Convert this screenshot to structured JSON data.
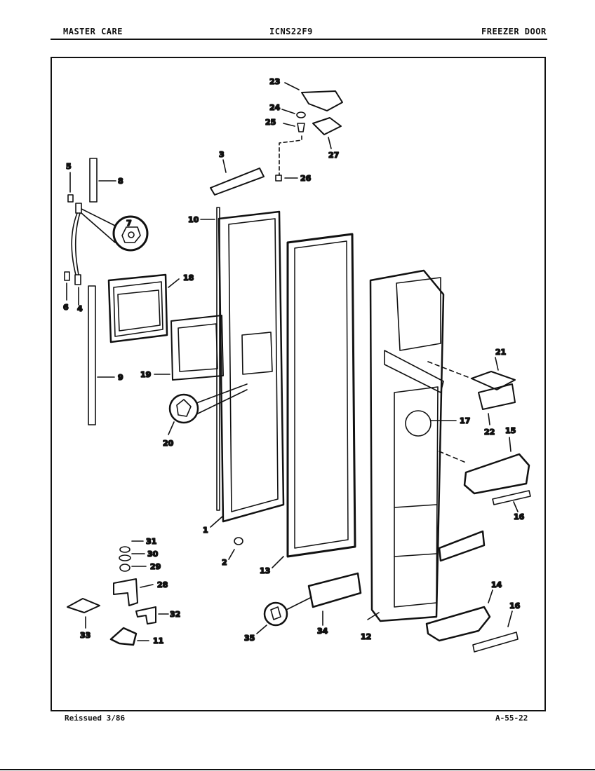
{
  "header": {
    "brand": "MASTER CARE",
    "model": "ICNS22F9",
    "section": "FREEZER DOOR"
  },
  "footer": {
    "reissued": "Reissued 3/86",
    "page_code": "A-55-22"
  },
  "callouts": [
    "1",
    "2",
    "3",
    "4",
    "5",
    "6",
    "7",
    "8",
    "9",
    "10",
    "11",
    "12",
    "13",
    "14",
    "15",
    "16",
    "16",
    "17",
    "18",
    "19",
    "20",
    "21",
    "22",
    "23",
    "24",
    "25",
    "26",
    "27",
    "28",
    "29",
    "30",
    "31",
    "32",
    "33",
    "34",
    "35"
  ]
}
